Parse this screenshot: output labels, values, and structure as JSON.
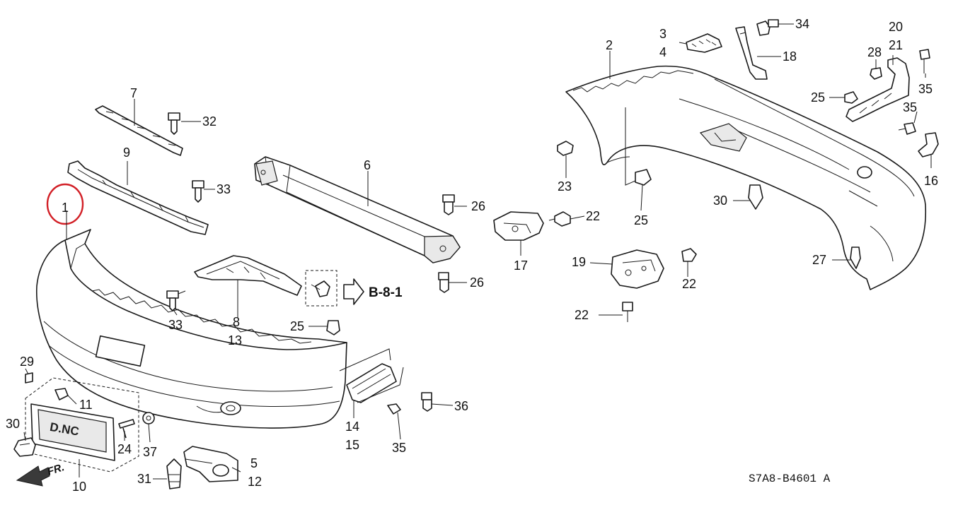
{
  "diagram": {
    "code": "S7A8-B4601 A",
    "reference_label": "B-8-1",
    "direction_label": "FR.",
    "plate_text": "D.NC",
    "highlight_color": "#d21f26",
    "line_color": "#1a1a1a",
    "callouts": {
      "c1": "1",
      "c2": "2",
      "c3": "3",
      "c4": "4",
      "c5": "5",
      "c6": "6",
      "c7": "7",
      "c8": "8",
      "c9": "9",
      "c10": "10",
      "c11": "11",
      "c12": "12",
      "c13": "13",
      "c14": "14",
      "c15": "15",
      "c16": "16",
      "c17": "17",
      "c18": "18",
      "c19": "19",
      "c20": "20",
      "c21": "21",
      "c22a": "22",
      "c22b": "22",
      "c22c": "22",
      "c23": "23",
      "c24": "24",
      "c25a": "25",
      "c25b": "25",
      "c25c": "25",
      "c26a": "26",
      "c26b": "26",
      "c27": "27",
      "c28": "28",
      "c29": "29",
      "c30a": "30",
      "c30b": "30",
      "c31": "31",
      "c32": "32",
      "c33a": "33",
      "c33b": "33",
      "c34": "34",
      "c35a": "35",
      "c35b": "35",
      "c35c": "35",
      "c36": "36",
      "c37": "37"
    }
  }
}
